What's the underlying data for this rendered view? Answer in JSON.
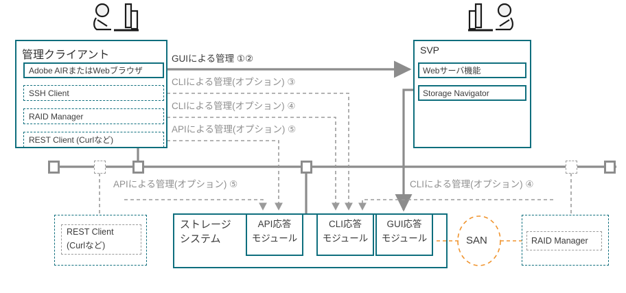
{
  "diagram": {
    "title": "Management client to SVP storage management architecture",
    "colors": {
      "teal": "#0e6e7d",
      "gray_line": "#8c8c8c",
      "dashed_gray": "#9a9a9a",
      "orange": "#f0942e",
      "text": "#3b3b3b",
      "text_muted": "#8f8f8f"
    }
  },
  "management_client": {
    "title": "管理クライアント",
    "components": [
      {
        "label": "Adobe AIRまたはWebブラウザ",
        "style": "solid"
      },
      {
        "label": "SSH Client",
        "style": "dashed"
      },
      {
        "label": "RAID Manager",
        "style": "dashed"
      },
      {
        "label": "REST Client (Curlなど)",
        "style": "dashed"
      }
    ]
  },
  "svp": {
    "title": "SVP",
    "components": [
      {
        "label": "Webサーバ機能",
        "style": "solid"
      },
      {
        "label": "Storage Navigator",
        "style": "solid"
      }
    ]
  },
  "connection_labels": {
    "gui": "GUIによる管理 ①②",
    "cli_option_3": "CLIによる管理(オプション) ③",
    "cli_option_4": "CLIによる管理(オプション) ④",
    "api_option_5": "APIによる管理(オプション) ⑤",
    "api_option_5_lower": "APIによる管理(オプション) ⑤",
    "cli_option_4_lower": "CLIによる管理(オプション) ④"
  },
  "storage_system": {
    "title_line1": "ストレージ",
    "title_line2": "システム",
    "modules": [
      {
        "line1": "API応答",
        "line2": "モジュール"
      },
      {
        "line1": "CLI応答",
        "line2": "モジュール"
      },
      {
        "line1": "GUI応答",
        "line2": "モジュール"
      }
    ]
  },
  "rest_client_node": {
    "line1": "REST Client",
    "line2": "(Curlなど)"
  },
  "raid_manager_node": {
    "label": "RAID Manager"
  },
  "san": {
    "label": "SAN"
  },
  "icons": {
    "operator_left": "person-at-computer-icon",
    "operator_right": "person-at-computer-icon-mirrored"
  }
}
